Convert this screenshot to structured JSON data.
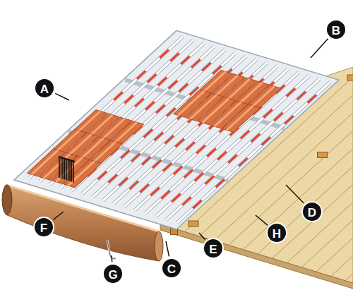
{
  "diagram": {
    "labels": [
      "B",
      "A",
      "D",
      "F",
      "H",
      "E",
      "C",
      "G"
    ]
  }
}
